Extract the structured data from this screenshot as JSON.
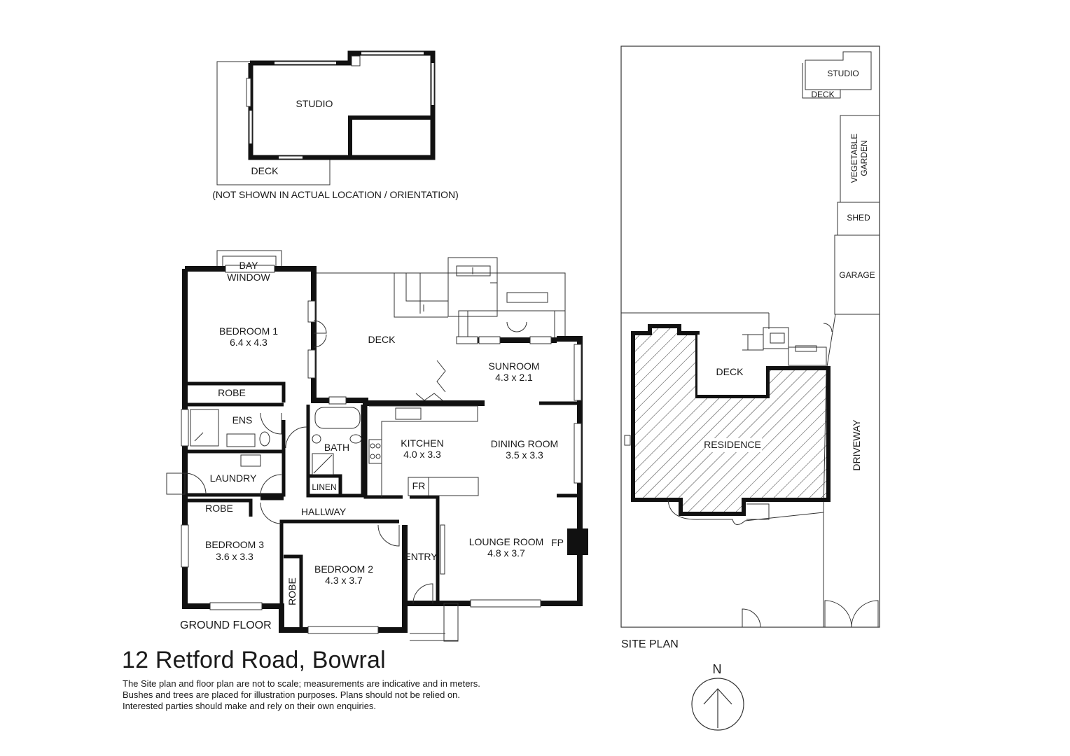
{
  "studio_plan": {
    "studio": "STUDIO",
    "deck": "DECK",
    "note": "(NOT SHOWN IN ACTUAL LOCATION / ORIENTATION)"
  },
  "floor_plan": {
    "heading": "GROUND FLOOR",
    "rooms": {
      "bay_window_1": "BAY",
      "bay_window_2": "WINDOW",
      "bedroom1_name": "BEDROOM 1",
      "bedroom1_size": "6.4 x 4.3",
      "deck": "DECK",
      "sunroom_name": "SUNROOM",
      "sunroom_size": "4.3 x 2.1",
      "robe_1": "ROBE",
      "ens": "ENS",
      "bath": "BATH",
      "linen": "LINEN",
      "kitchen_name": "KITCHEN",
      "kitchen_size": "4.0 x 3.3",
      "dining_name": "DINING ROOM",
      "dining_size": "3.5 x 3.3",
      "laundry": "LAUNDRY",
      "fr": "FR",
      "robe_3": "ROBE",
      "hallway": "HALLWAY",
      "bedroom3_name": "BEDROOM 3",
      "bedroom3_size": "3.6 x 3.3",
      "bedroom2_name": "BEDROOM 2",
      "bedroom2_size": "4.3 x 3.7",
      "robe_2": "ROBE",
      "entry": "ENTRY",
      "lounge_name": "LOUNGE ROOM",
      "lounge_size": "4.8 x 3.7",
      "fp": "FP"
    }
  },
  "site_plan": {
    "heading": "SITE PLAN",
    "studio": "STUDIO",
    "deck_small": "DECK",
    "vegetable_1": "VEGETABLE",
    "vegetable_2": "GARDEN",
    "shed": "SHED",
    "garage": "GARAGE",
    "deck": "DECK",
    "residence": "RESIDENCE",
    "driveway": "DRIVEWAY",
    "north": "N"
  },
  "caption": {
    "title": "12 Retford Road, Bowral",
    "disclaimer": [
      "The Site plan and floor plan are not to scale; measurements are indicative and in meters.",
      "Bushes and trees are placed for illustration purposes. Plans should not be relied on.",
      "Interested parties should make and rely on their own enquiries."
    ]
  }
}
